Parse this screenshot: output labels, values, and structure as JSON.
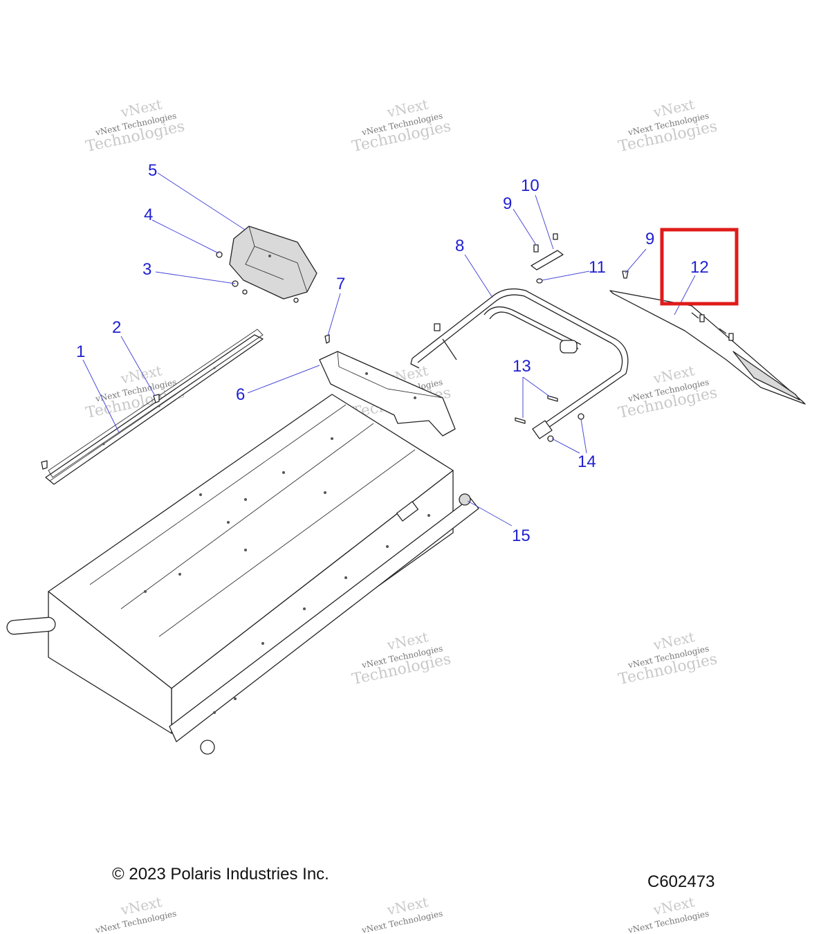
{
  "diagram": {
    "callouts": [
      "1",
      "2",
      "3",
      "4",
      "5",
      "6",
      "7",
      "8",
      "9",
      "10",
      "11",
      "12",
      "13",
      "14",
      "15"
    ],
    "watermark": {
      "line1": "vNext",
      "line2": "vNext Technologies",
      "line3": "Technologies"
    },
    "highlight_color": "#e01b1b",
    "callout_color": "#1f1fd0",
    "highlighted_callout": "12"
  },
  "footer": {
    "copyright": "© 2023 Polaris Industries Inc.",
    "figure_id": "C602473"
  }
}
